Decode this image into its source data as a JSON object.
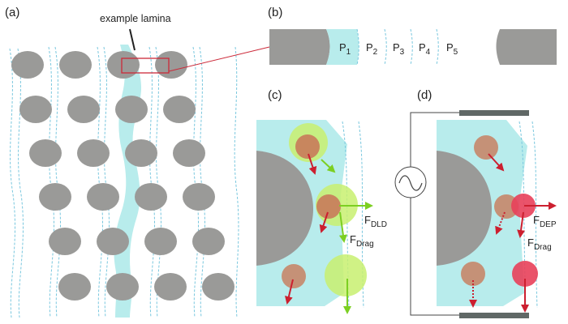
{
  "panels": {
    "a": {
      "label": "(a)",
      "annotation": "example lamina"
    },
    "b": {
      "label": "(b)",
      "streams": [
        "P",
        "P",
        "P",
        "P",
        "P"
      ],
      "subscripts": [
        "1",
        "2",
        "3",
        "4",
        "5"
      ]
    },
    "c": {
      "label": "(c)",
      "forces": [
        {
          "main": "F",
          "sub": "DLD"
        },
        {
          "main": "F",
          "sub": "Drag"
        }
      ]
    },
    "d": {
      "label": "(d)",
      "forces": [
        {
          "main": "F",
          "sub": "DEP"
        },
        {
          "main": "F",
          "sub": "Drag"
        }
      ]
    }
  },
  "colors": {
    "post": "#9a9a98",
    "fluid": "#b8ecec",
    "streamline": "#79c7de",
    "large_particle": "#c8f070",
    "small_particle": "#c87a5a",
    "red_arrow": "#cc1f2f",
    "green_arrow": "#7ccf22",
    "dep_particle": "#e8405a"
  }
}
